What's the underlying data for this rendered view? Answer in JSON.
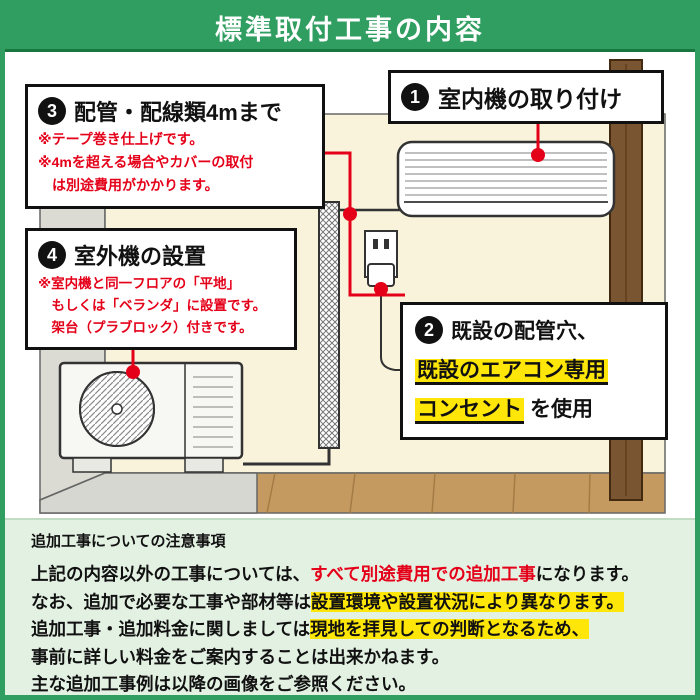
{
  "banner": {
    "title": "標準取付工事の内容"
  },
  "callouts": {
    "c1": {
      "num": "1",
      "title": "室内機の取り付け"
    },
    "c2": {
      "num": "2",
      "line1": "既設の配管穴、",
      "line2_hl": "既設のエアコン専用",
      "line3_hl": "コンセント",
      "line3_suffix": "を使用"
    },
    "c3": {
      "num": "3",
      "title": "配管・配線類4mまで",
      "notes": [
        "※テープ巻き仕上げです。",
        "※4mを超える場合やカバーの取付",
        "　は別途費用がかかります。"
      ]
    },
    "c4": {
      "num": "4",
      "title": "室外機の設置",
      "notes": [
        "※室内機と同一フロアの「平地」",
        "　もしくは「ベランダ」に設置です。",
        "　架台（プラブロック）付きです。"
      ]
    }
  },
  "notice": {
    "heading": "追加工事についての注意事項",
    "line1": {
      "pre": "上記の内容以外の工事については、",
      "red": "すべて別途費用での追加工事",
      "post": "になります。"
    },
    "line2": {
      "pre": "なお、追加で必要な工事や部材等は",
      "hl": "設置環境や設置状況により異なります。"
    },
    "line3": {
      "pre": "追加工事・追加料金に関しましては",
      "hl": "現地を拝見しての判断となるため、"
    },
    "line4": "事前に詳しい料金をご案内することは出来かねます。",
    "line5": "主な追加工事例は以降の画像をご参照ください。"
  },
  "colors": {
    "banner_green": "#2f9e60",
    "accent_red": "#e50019",
    "highlight_yellow": "#ffe609",
    "notice_bg": "#e3f1e3"
  }
}
